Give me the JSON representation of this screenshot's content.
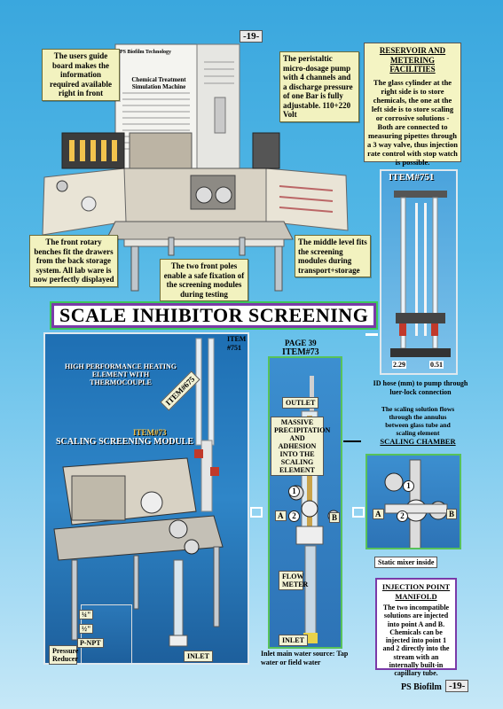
{
  "page": {
    "top_number": "-19-",
    "bottom_number": "-19-",
    "footer": "PS Biofilm",
    "main_title": "SCALE INHIBITOR SCREENING"
  },
  "top_callouts": {
    "guide_board": "The users guide board makes the information required available right in front",
    "pump": "The peristaltic micro-dosage pump with 4 channels and a discharge pressure of one Bar is fully adjustable. 110+220 Volt",
    "benches": "The front rotary benches fit the drawers from the back storage system. All lab ware is now perfectly displayed",
    "poles": "The two front poles enable a safe fixation of the screening modules during testing",
    "middle_level": "The middle level fits the screening modules during transport+storage"
  },
  "guide_board_doc": {
    "header": "PS Biofilm Technology",
    "title": "Chemical Treatment Simulation Machine"
  },
  "reservoir": {
    "title": "RESERVOIR AND METERING FACILITIES",
    "text": "The glass cylinder at the right side is to store chemicals, the one at the left side is to store scaling or corrosive solutions - Both are connected to measuring pipettes through a 3 way valve, thus injection rate control with stop watch is possible."
  },
  "item751": {
    "title": "ITEM#751",
    "left_value": "2.29",
    "right_value": "0.51",
    "caption": "ID hose (mm) to pump through luer-lock connection"
  },
  "module_photo": {
    "item751_label": "ITEM #751",
    "heating_label": "HIGH PERFORMANCE HEATING ELEMENT WITH THERMOCOUPLE",
    "item675_label": "ITEM#675",
    "item73_label": "ITEM#73",
    "module_label": "SCALING SCREENING MODULE",
    "fitting_top": "¼\"",
    "fitting_bottom": "½\"",
    "npt_label": "P-NPT",
    "reducer_label": "Pressure Reducer",
    "inlet_label": "INLET"
  },
  "element_photo": {
    "page_ref": "PAGE 39",
    "item": "ITEM#73",
    "outlet": "OUTLET",
    "massive": "MASSIVE PRECIPITATION AND ADHESION INTO THE SCALING ELEMENT",
    "point_a": "A",
    "point_b": "B",
    "point_1": "1",
    "point_2": "2",
    "flow_meter": "FLOW METER",
    "inlet": "INLET",
    "caption": "Inlet main water source: Tap water or field water"
  },
  "chamber": {
    "text": "The scaling solution flows through the annulus between glass tube and scaling element",
    "title": "SCALING CHAMBER"
  },
  "manifold": {
    "caption": "Static mixer inside",
    "point_a": "A",
    "point_b": "B",
    "point_1": "1",
    "point_2": "2",
    "title": "INJECTION POINT MANIFOLD",
    "text": "The two incompatible solutions are injected into point A and B. Chemicals can be injected into point 1 and 2 directly into the stream with an internally built-in capillary tube."
  }
}
